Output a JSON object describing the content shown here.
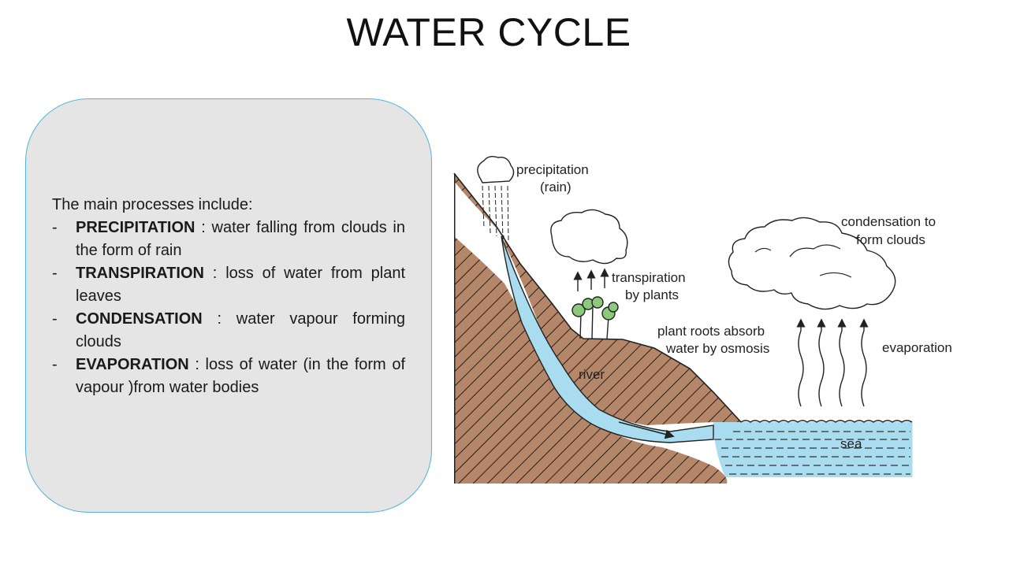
{
  "slide": {
    "title": "WATER CYCLE"
  },
  "info": {
    "intro": "The main processes include:",
    "bullet_marker": "-",
    "items": [
      {
        "term": "PRECIPITATION",
        "separator": " : ",
        "description": "water falling from clouds in the form of rain"
      },
      {
        "term": "TRANSPIRATION",
        "separator": " : ",
        "description": "loss of water from plant leaves"
      },
      {
        "term": "CONDENSATION",
        "separator": " : ",
        "description": "water vapour forming clouds"
      },
      {
        "term": "EVAPORATION",
        "separator": " : ",
        "description": "loss of water (in the form of vapour )from water bodies"
      }
    ]
  },
  "diagram": {
    "labels": {
      "precipitation_line1": "precipitation",
      "precipitation_line2": "(rain)",
      "transpiration_line1": "transpiration",
      "transpiration_line2": "by plants",
      "condensation_line1": "condensation to",
      "condensation_line2": "form clouds",
      "roots_line1": "plant roots absorb",
      "roots_line2": "water by osmosis",
      "evaporation": "evaporation",
      "river": "river",
      "sea": "sea"
    },
    "colors": {
      "land": "#b5876a",
      "water": "#a9dcef",
      "outline": "#222222"
    }
  }
}
